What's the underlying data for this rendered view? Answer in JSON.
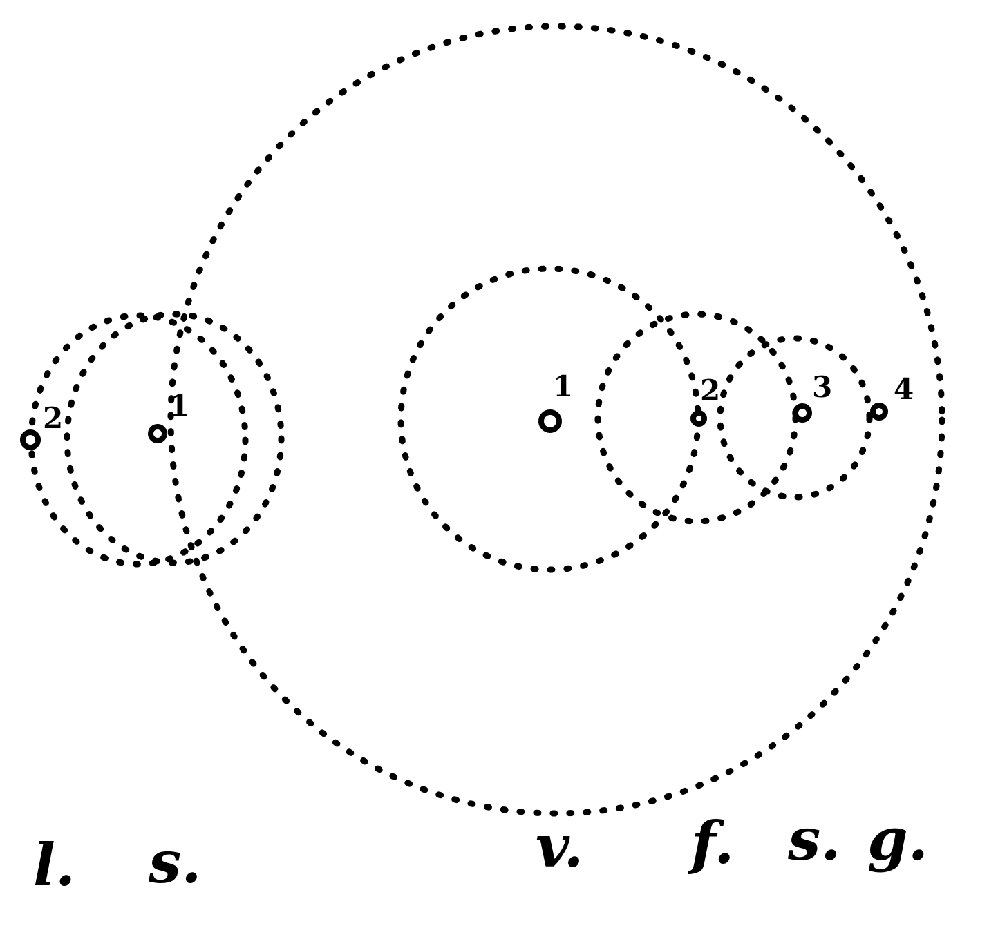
{
  "diagram": {
    "left_group": {
      "points": [
        {
          "id": "ls-1",
          "label": "1"
        },
        {
          "id": "ls-2",
          "label": "2"
        }
      ],
      "caption": {
        "first": "l.",
        "second": "s."
      }
    },
    "right_group": {
      "points": [
        {
          "id": "vfsg-1",
          "label": "1"
        },
        {
          "id": "vfsg-2",
          "label": "2"
        },
        {
          "id": "vfsg-3",
          "label": "3"
        },
        {
          "id": "vfsg-4",
          "label": "4"
        }
      ],
      "caption": {
        "first": "v.",
        "second": "f.",
        "third": "s.",
        "fourth": "g."
      }
    },
    "colors": {
      "ink": "#000000",
      "paper": "#ffffff"
    }
  }
}
